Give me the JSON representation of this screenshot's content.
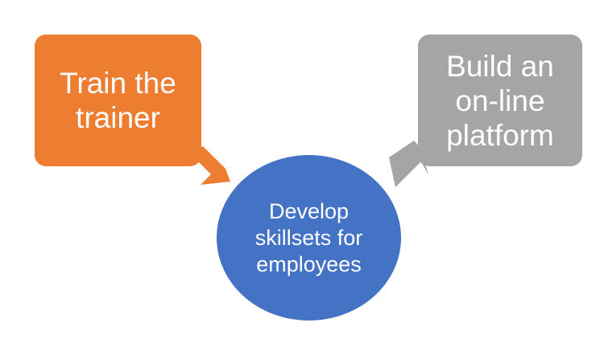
{
  "nodes": {
    "left": {
      "label": "Train the\ntrainer",
      "color": "#ed7d31"
    },
    "right": {
      "label": "Build an\non-line\nplatform",
      "color": "#a5a5a5"
    },
    "center": {
      "label": "Develop\nskillsets for\nemployees",
      "color": "#4472c4"
    }
  }
}
